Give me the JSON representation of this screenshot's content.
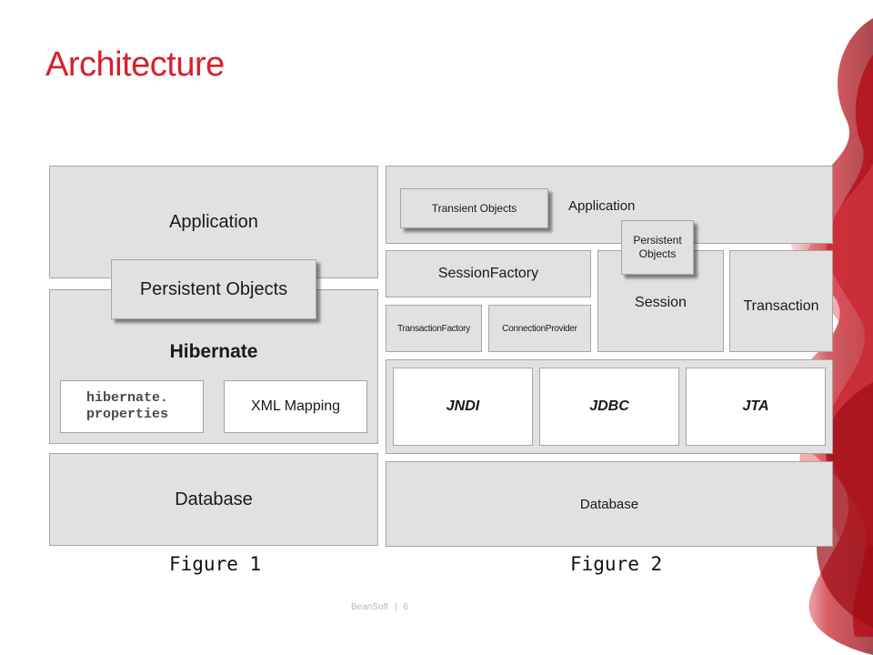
{
  "slide": {
    "title": "Architecture",
    "footer_brand": "BeanSoft",
    "footer_sep": "|",
    "page_number": "6",
    "accent_color": "#d81f2a"
  },
  "figure1": {
    "caption": "Figure 1",
    "application": "Application",
    "persistent_objects": "Persistent Objects",
    "hibernate": "Hibernate",
    "hibernate_properties_line1": "hibernate.",
    "hibernate_properties_line2": "properties",
    "xml_mapping": "XML Mapping",
    "database": "Database"
  },
  "figure2": {
    "caption": "Figure 2",
    "application": "Application",
    "transient_objects": "Transient Objects",
    "persistent_objects_line1": "Persistent",
    "persistent_objects_line2": "Objects",
    "session_factory": "SessionFactory",
    "session": "Session",
    "transaction": "Transaction",
    "transaction_factory": "TransactionFactory",
    "connection_provider": "ConnectionProvider",
    "jndi": "JNDI",
    "jdbc": "JDBC",
    "jta": "JTA",
    "database": "Database"
  }
}
